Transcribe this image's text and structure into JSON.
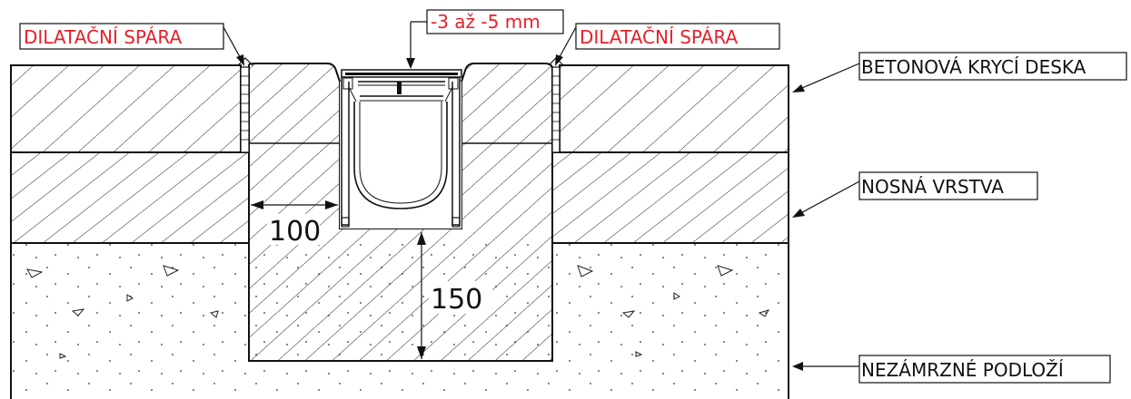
{
  "labels": {
    "joint_left": "DILATAČNÍ SPÁRA",
    "joint_right": "DILATAČNÍ SPÁRA",
    "tolerance": "-3 až -5 mm",
    "cover_slab": "BETONOVÁ KRYCÍ DESKA",
    "base_layer": "NOSNÁ VRSTVA",
    "frost_base": "NEZÁMRZNÉ PODLOŽÍ"
  },
  "dimensions": {
    "side_width": "100",
    "bottom_depth": "150"
  },
  "colors": {
    "annotation_red": "#e8202a",
    "line": "#111111"
  }
}
